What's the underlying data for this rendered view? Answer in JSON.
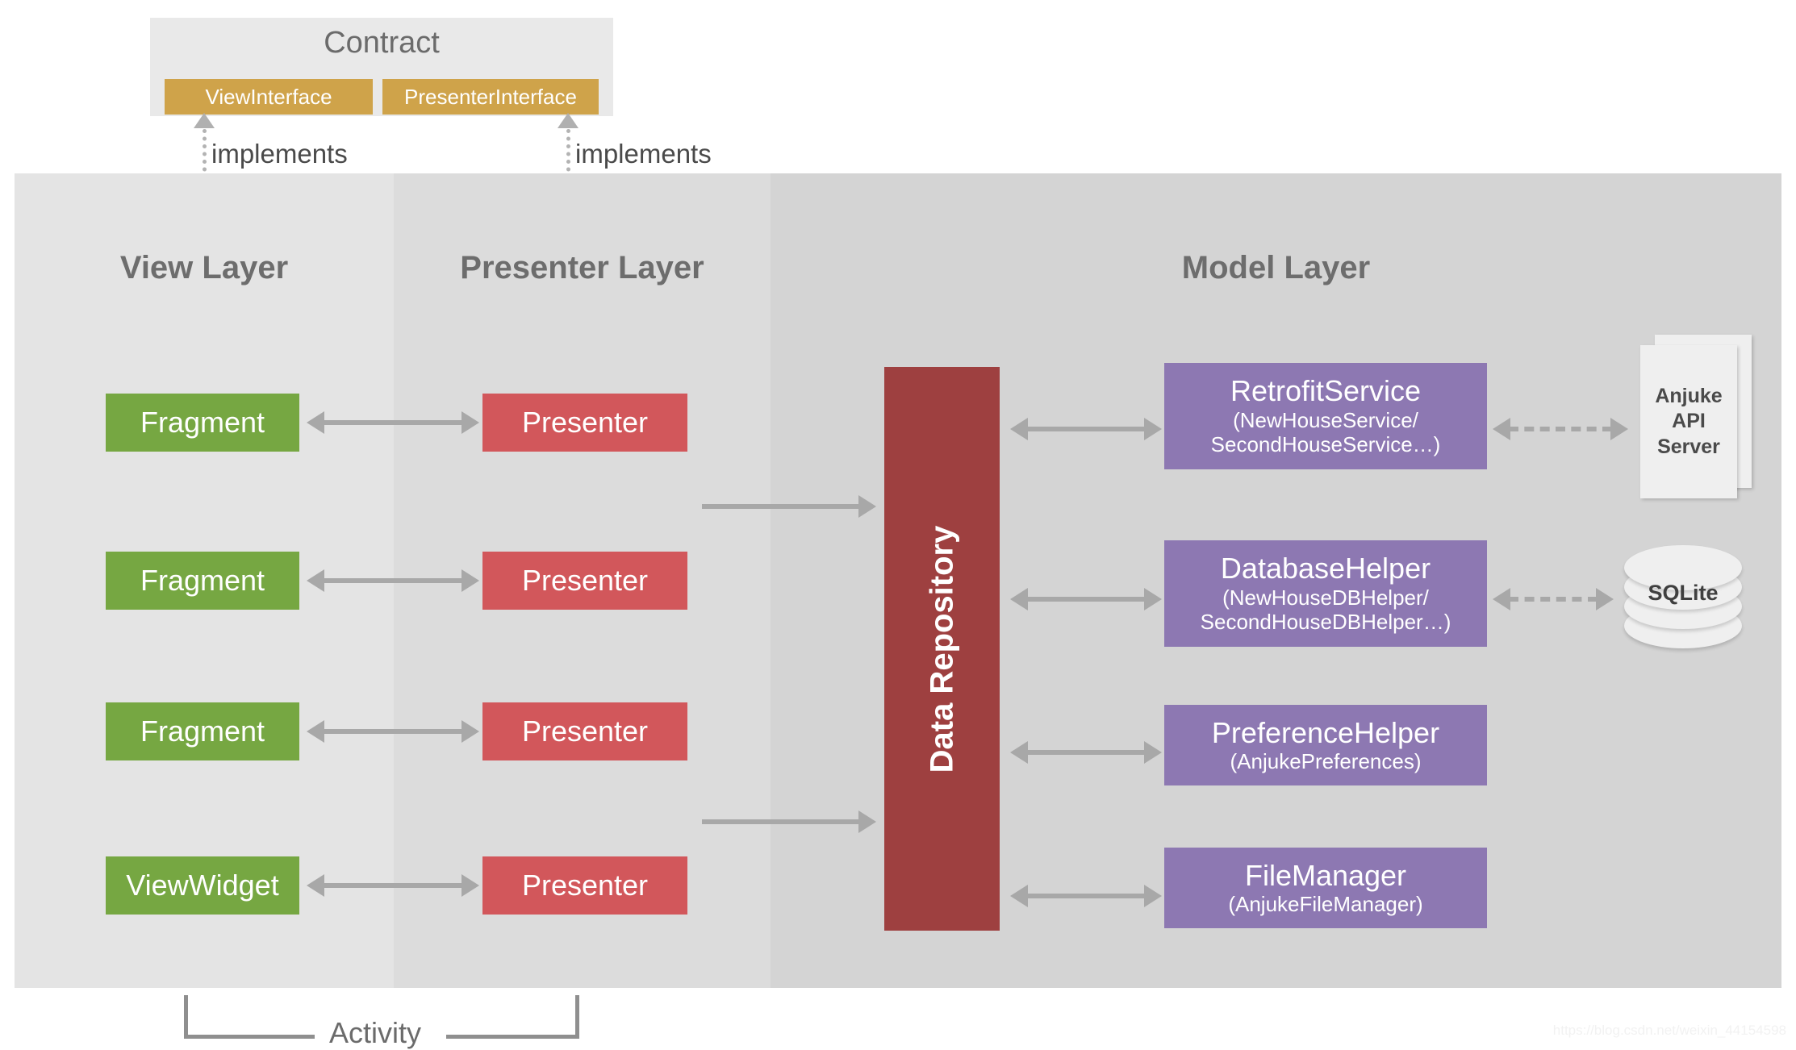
{
  "contract": {
    "title": "Contract",
    "view_interface": "ViewInterface",
    "presenter_interface": "PresenterInterface",
    "implements_label_view": "implements",
    "implements_label_presenter": "implements"
  },
  "layers": {
    "view": "View Layer",
    "presenter": "Presenter Layer",
    "model": "Model Layer"
  },
  "view_nodes": [
    {
      "label": "Fragment"
    },
    {
      "label": "Fragment"
    },
    {
      "label": "Fragment"
    },
    {
      "label": "ViewWidget"
    }
  ],
  "presenter_nodes": [
    {
      "label": "Presenter"
    },
    {
      "label": "Presenter"
    },
    {
      "label": "Presenter"
    },
    {
      "label": "Presenter"
    }
  ],
  "repository": {
    "label": "Data Repository"
  },
  "model_nodes": [
    {
      "title": "RetrofitService",
      "sub_line1": "(NewHouseService/",
      "sub_line2": "SecondHouseService…)"
    },
    {
      "title": "DatabaseHelper",
      "sub_line1": "(NewHouseDBHelper/",
      "sub_line2": "SecondHouseDBHelper…)"
    },
    {
      "title": "PreferenceHelper",
      "sub_line1": "(AnjukePreferences)",
      "sub_line2": ""
    },
    {
      "title": "FileManager",
      "sub_line1": "(AnjukeFileManager)",
      "sub_line2": ""
    }
  ],
  "externals": {
    "api_server_line1": "Anjuke",
    "api_server_line2": "API",
    "api_server_line3": "Server",
    "database": "SQLite"
  },
  "activity": {
    "label": "Activity"
  },
  "watermark": "https://blog.csdn.net/weixin_44154598",
  "colors": {
    "green": "#76a742",
    "red": "#d2575b",
    "purple": "#8d78b2",
    "gold": "#cfa34a",
    "repository_red": "#9e4040",
    "arrow_gray": "#a8a8a8",
    "band_view": "#e4e4e4",
    "band_presenter": "#dcdcdc",
    "band_model": "#d4d4d4",
    "contract_bg": "#e9e9e9"
  }
}
